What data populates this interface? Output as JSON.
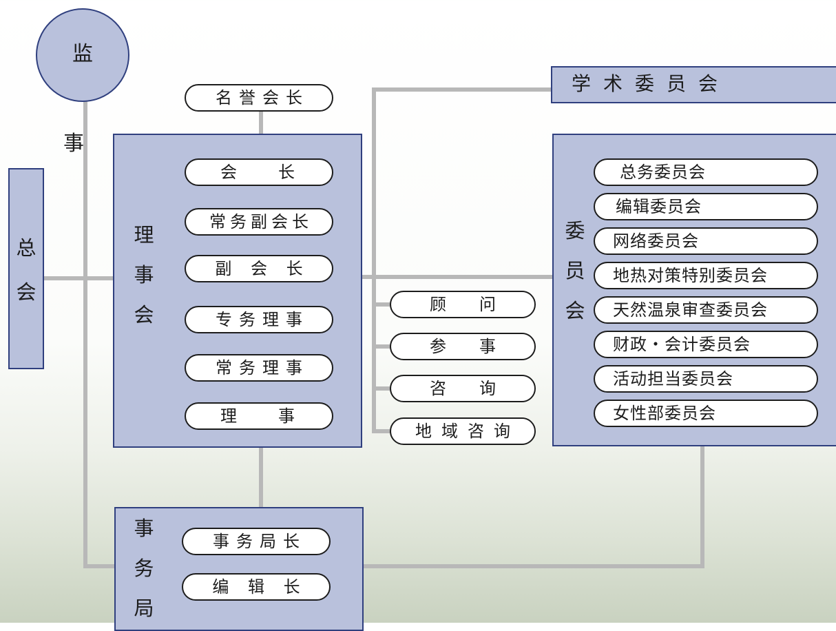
{
  "supervisor": "监　事",
  "general_assembly": "总会",
  "honorary_president": "名誉会长",
  "board": {
    "label": "理事会",
    "roles": [
      "会　　长",
      "常务副会长",
      "副 会 长",
      "专务理事",
      "常务理事",
      "理　　事"
    ]
  },
  "advisors": [
    "顾问",
    "参事",
    "咨询",
    "地域咨询"
  ],
  "academic_committee": "学术委员会",
  "committees": {
    "label": "委员会",
    "items": [
      "总务委员会",
      "编辑委员会",
      "网络委员会",
      "地热对策特别委员会",
      "天然温泉审查委员会",
      "财政・会计委员会",
      "活动担当委员会",
      "女性部委员会"
    ]
  },
  "secretariat": {
    "label": "事务局",
    "roles": [
      "事务局长",
      "编 辑 长"
    ]
  },
  "colors": {
    "box_fill": "#b9c1dc",
    "box_border": "#2f3f7e",
    "connector": "#b8b8b8"
  }
}
